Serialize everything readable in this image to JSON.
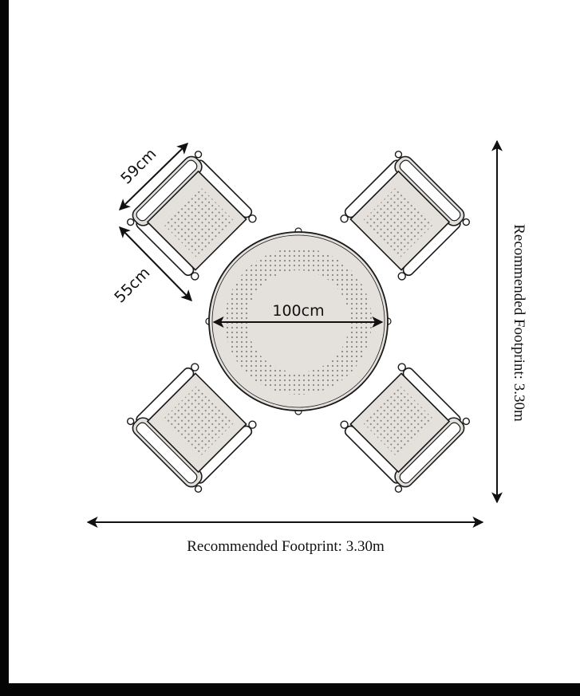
{
  "diagram": {
    "title": "Round table with four chairs - dimensions",
    "chair_width_label": "59cm",
    "chair_depth_label": "55cm",
    "table_diameter_label": "100cm",
    "footprint_horizontal_label": "Recommended Footprint: 3.30m",
    "footprint_vertical_label": "Recommended Footprint: 3.30m"
  },
  "colors": {
    "fill": "#e4e1dd",
    "line": "#1a1a1a",
    "frame": "#050505"
  }
}
